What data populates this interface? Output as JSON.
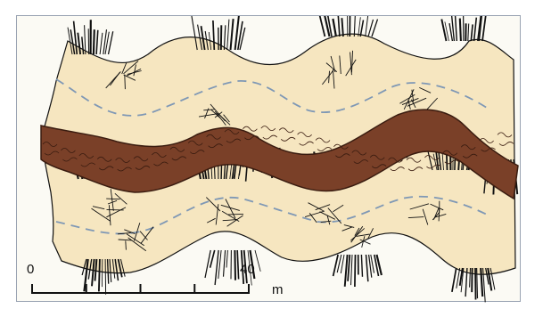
{
  "figure": {
    "scale_bar": {
      "start_label": "0",
      "end_label": "40",
      "unit_label": "m",
      "divisions": 4
    },
    "colors": {
      "background": "#fbfaf4",
      "sediment_fill": "#f6e6c0",
      "channel_fill": "#7a4028",
      "channel_outline": "#3a1c10",
      "dashed_line": "#7f98b5",
      "ink": "#111111",
      "border": "#9aa4b3"
    }
  }
}
